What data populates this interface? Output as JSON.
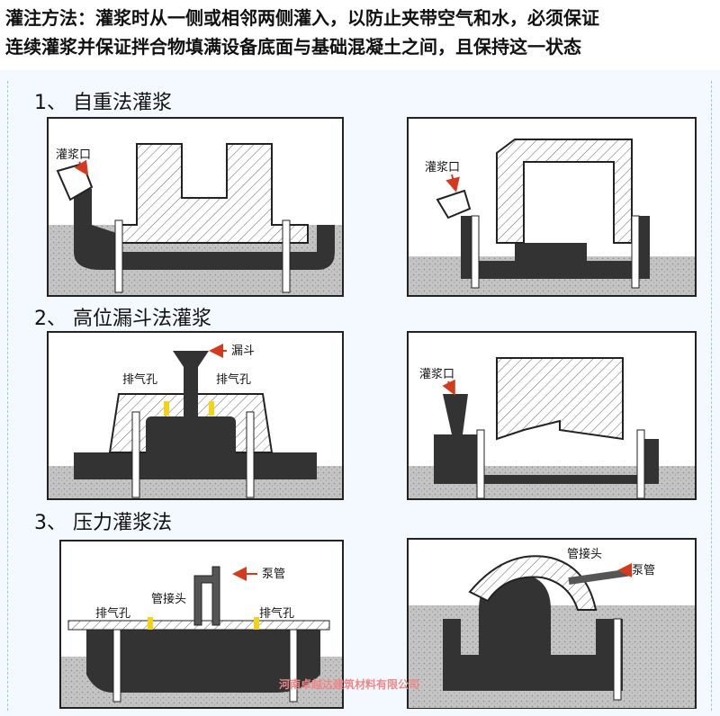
{
  "header": {
    "line1": "灌注方法：灌浆时从一侧或相邻两侧灌入，以防止夹带空气和水，必须保证",
    "line2": "连续灌浆并保证拌合物填满设备底面与基础混凝土之间，且保持这一状态"
  },
  "sections": [
    {
      "title": "1、 自重法灌浆"
    },
    {
      "title": "2、 高位漏斗法灌浆"
    },
    {
      "title": "3、 压力灌浆法"
    }
  ],
  "labels": {
    "grout_port": "灌浆口",
    "funnel": "漏斗",
    "vent": "排气孔",
    "pump_pipe": "泵管",
    "pipe_joint": "管接头"
  },
  "watermark": "河南卓越达建筑材料有限公司",
  "colors": {
    "grout": "#333333",
    "concrete": "#bfbfbf",
    "vent": "#f2d21b",
    "arrow": "#d23b1f"
  }
}
